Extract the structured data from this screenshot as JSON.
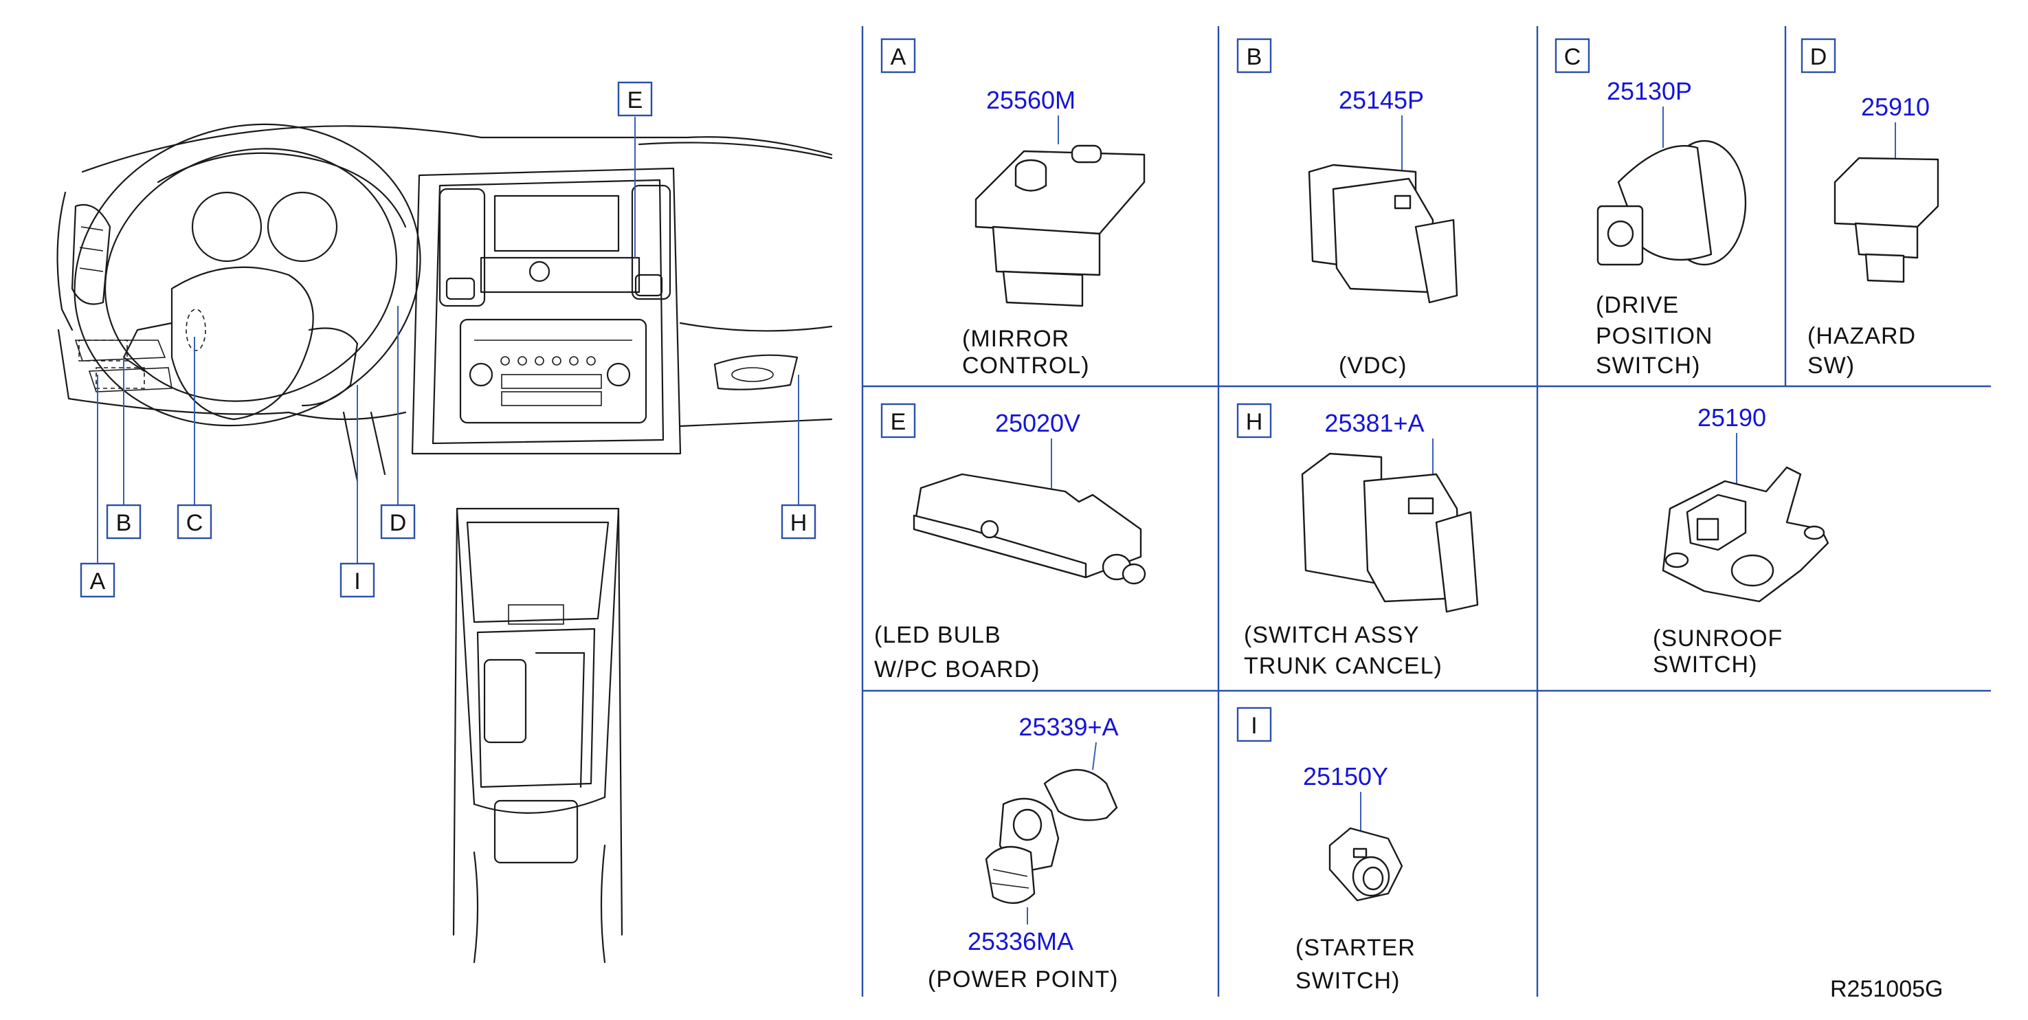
{
  "callouts": [
    "A",
    "B",
    "C",
    "D",
    "E",
    "H",
    "I"
  ],
  "cells": [
    {
      "key": "A",
      "part_number": "25560M",
      "desc_line1": "(MIRROR",
      "desc_line2": "CONTROL)"
    },
    {
      "key": "B",
      "part_number": "25145P",
      "desc_line1": "(VDC)",
      "desc_line2": ""
    },
    {
      "key": "C",
      "part_number": "25130P",
      "desc_line1": "(DRIVE",
      "desc_line2": "POSITION",
      "desc_line3": "SWITCH)"
    },
    {
      "key": "D",
      "part_number": "25910",
      "desc_line1": "(HAZARD",
      "desc_line2": "SW)"
    },
    {
      "key": "E",
      "part_number": "25020V",
      "desc_line1": "(LED   BULB",
      "desc_line2": "W/PC   BOARD)"
    },
    {
      "key": "H",
      "part_number": "25381+A",
      "desc_line1": "(SWITCH   ASSY",
      "desc_line2": "TRUNK   CANCEL)"
    },
    {
      "key": "",
      "part_number": "25190",
      "desc_line1": "(SUNROOF",
      "desc_line2": "SWITCH)"
    },
    {
      "key": "",
      "part_number": "25339+A",
      "part_number_2": "25336MA",
      "desc_line1": "(POWER   POINT)"
    },
    {
      "key": "I",
      "part_number": "25150Y",
      "desc_line1": "(STARTER",
      "desc_line2": "SWITCH)"
    }
  ],
  "reference_code": "R251005G",
  "colors": {
    "grid": "#2a4fa8",
    "part_number": "#1414d8",
    "linework": "#1a1a1a"
  }
}
